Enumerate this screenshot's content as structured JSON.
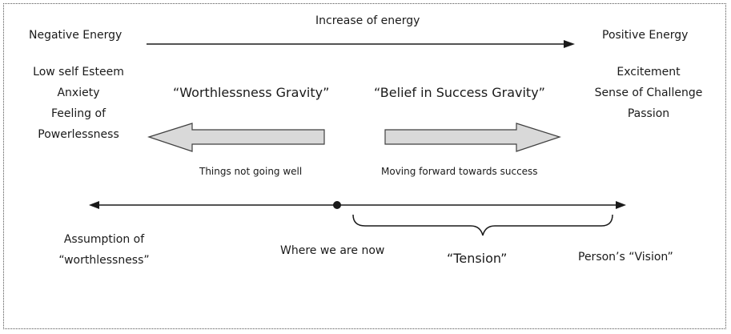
{
  "top_axis": {
    "left_label": "Negative Energy",
    "center_label": "Increase of energy",
    "right_label": "Positive Energy"
  },
  "negative_traits": [
    "Low self Esteem",
    "Anxiety",
    "Feeling of",
    "Powerlessness"
  ],
  "positive_traits": [
    "Excitement",
    "Sense of Challenge",
    "Passion"
  ],
  "left_gravity": {
    "label": "“Worthlessness Gravity”",
    "caption": "Things not going well"
  },
  "right_gravity": {
    "label": "“Belief in Success Gravity”",
    "caption": "Moving forward towards success"
  },
  "bottom_axis": {
    "left_label": [
      "Assumption of",
      "“worthlessness”"
    ],
    "current_label": "Where we are now",
    "tension_label": "“Tension”",
    "right_label": "Person’s “Vision”"
  },
  "colors": {
    "line": "#1a1a1a",
    "arrow_fill": "#d9d9d9",
    "arrow_stroke": "#404040"
  }
}
